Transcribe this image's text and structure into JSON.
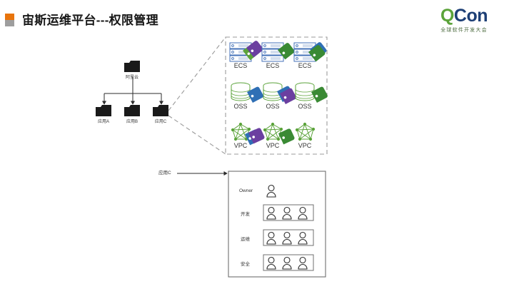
{
  "slide": {
    "title": "宙斯运维平台---权限管理",
    "marker_top_color": "#e8740c",
    "marker_bottom_color": "#9e9e9e"
  },
  "logo": {
    "q": "Q",
    "con": "Con",
    "subtitle": "全球软件开发大会",
    "q_color": "#5ba33a",
    "con_color": "#1d3f75"
  },
  "tree": {
    "root": {
      "label": "阿里云",
      "icon": "folder-icon"
    },
    "children": [
      {
        "label": "应用A",
        "icon": "folder-icon"
      },
      {
        "label": "应用B",
        "icon": "folder-icon"
      },
      {
        "label": "应用C",
        "icon": "folder-icon"
      }
    ]
  },
  "resources": {
    "rows": [
      {
        "type": "ECS",
        "icon": "server-icon",
        "items": [
          {
            "label": "ECS",
            "tags": [
              "#5ba33a",
              "#6b3fa0"
            ]
          },
          {
            "label": "ECS",
            "tags": [
              "#3a8a34"
            ]
          },
          {
            "label": "ECS",
            "tags": [
              "#3a8a34",
              "#2f6fb5"
            ]
          }
        ]
      },
      {
        "type": "OSS",
        "icon": "database-icon",
        "items": [
          {
            "label": "OSS",
            "tags": [
              "#2f6fb5"
            ]
          },
          {
            "label": "OSS",
            "tags": [
              "#2f6fb5",
              "#6b3fa0"
            ]
          },
          {
            "label": "OSS",
            "tags": [
              "#3a8a34"
            ]
          }
        ]
      },
      {
        "type": "VPC",
        "icon": "network-icon",
        "items": [
          {
            "label": "VPC",
            "tags": [
              "#2f6fb5",
              "#6b3fa0"
            ]
          },
          {
            "label": "VPC",
            "tags": [
              "#3a8a34"
            ]
          },
          {
            "label": "VPC",
            "tags": []
          }
        ]
      }
    ]
  },
  "callout": {
    "label": "应用C"
  },
  "roles": {
    "rows": [
      {
        "label": "Owner",
        "count": 1,
        "boxed": false
      },
      {
        "label": "开发",
        "count": 3,
        "boxed": true
      },
      {
        "label": "运维",
        "count": 3,
        "boxed": true
      },
      {
        "label": "安全",
        "count": 3,
        "boxed": true
      }
    ]
  }
}
